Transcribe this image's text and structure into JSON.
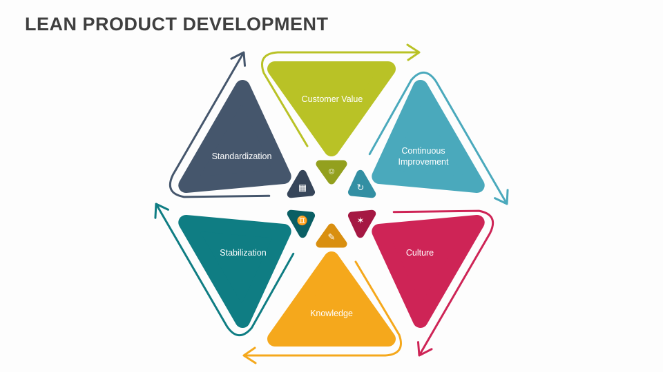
{
  "title": "LEAN PRODUCT DEVELOPMENT",
  "segments": [
    {
      "id": "customer-value",
      "label": "Customer Value",
      "color": "#B9C226",
      "inner_color": "#93A01E",
      "icon": "☺"
    },
    {
      "id": "continuous-improvement",
      "label": "Continuous Improvement",
      "color": "#4AA9BC",
      "inner_color": "#338FA3",
      "icon": "↻"
    },
    {
      "id": "culture",
      "label": "Culture",
      "color": "#CE2456",
      "inner_color": "#A51843",
      "icon": "✶"
    },
    {
      "id": "knowledge",
      "label": "Knowledge",
      "color": "#F5A81C",
      "inner_color": "#D98F10",
      "icon": "✎"
    },
    {
      "id": "stabilization",
      "label": "Stabilization",
      "color": "#0F7D83",
      "inner_color": "#0A5F64",
      "icon": "♊"
    },
    {
      "id": "standardization",
      "label": "Standardization",
      "color": "#45566C",
      "inner_color": "#364559",
      "icon": "▦"
    }
  ]
}
